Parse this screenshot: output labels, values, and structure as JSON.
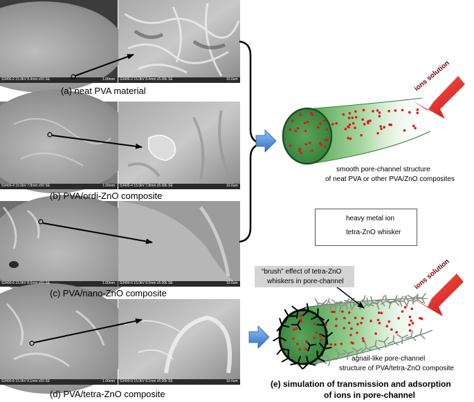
{
  "panels": {
    "a": {
      "caption": "(a) neat PVA material",
      "left_info": "S3400-2 15.0kV 8.4mm x50 SE",
      "left_scale": "1.00mm",
      "right_info": "S3400-2 15.0kV 8.4mm x5.00k SE",
      "right_scale": "10.0um"
    },
    "b": {
      "caption": "(b) PVA/ordi-ZnO composite",
      "left_info": "S3400-4 15.0kV 7.8mm x50 SE",
      "left_scale": "1.00mm",
      "right_info": "S3400-4 15.0kV 7.8mm x5.00k SE",
      "right_scale": "10.0um"
    },
    "c": {
      "caption": "(c) PVA/nano-ZnO composite",
      "left_info": "S3400-6 15.0kV 8.0mm x50 SE",
      "left_scale": "1.00mm",
      "right_info": "S3400-6 15.0kV 8.0mm x5.00k SE",
      "right_scale": "10.0um"
    },
    "d": {
      "caption": "(d) PVA/tetra-ZnO composite",
      "left_info": "S3400-8 15.0kV 8.1mm x50 SE",
      "left_scale": "1.00mm",
      "right_info": "S3400-8 15.0kV 8.1mm x5.00k SE",
      "right_scale": "10.0um"
    }
  },
  "top_diagram": {
    "ions_label": "ions solution",
    "caption_line1": "smooth pore-channel structure",
    "caption_line2": "of neat PVA or other PVA/ZnO composites"
  },
  "legend": {
    "heavy_metal": "heavy metal ion",
    "tetra_whisker": "tetra-ZnO whisker"
  },
  "bottom_diagram": {
    "brush_line1": "“brush” effect of tetra-ZnO",
    "brush_line2": "whiskers in pore-channel",
    "ions_label": "ions solution",
    "caption_line1": "agnail-like pore-channel",
    "caption_line2": "structure of PVA/tetra-ZnO composite"
  },
  "panel_e": {
    "title_line1": "(e) simulation of transmission and adsorption",
    "title_line2": "of ions in pore-channel"
  },
  "colors": {
    "ion_red": "#e8141b",
    "channel_green": "#2f7d38",
    "arrow_blue": "#3a7fd0",
    "ions_arrow_red": "#e21d1d"
  }
}
